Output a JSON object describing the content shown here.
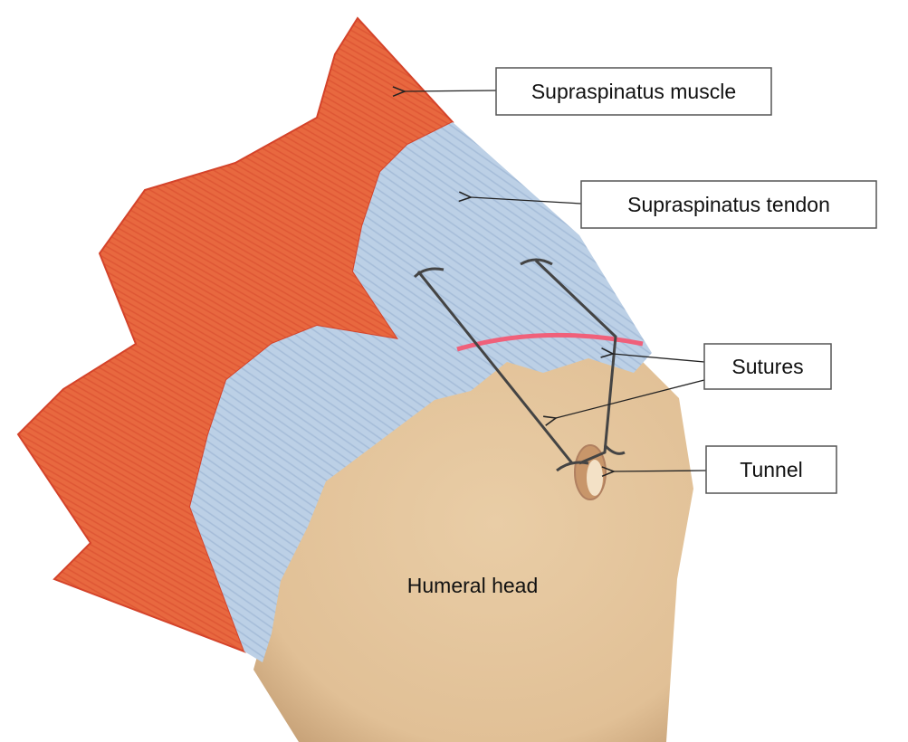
{
  "labels": {
    "muscle": "Supraspinatus muscle",
    "tendon": "Supraspinatus tendon",
    "sutures": "Sutures",
    "tunnel": "Tunnel",
    "humeral_head": "Humeral head"
  },
  "colors": {
    "muscle": "#E8683F",
    "muscle_edge": "#D4432A",
    "tendon": "#BCD0E6",
    "bone": "#E4C59C",
    "suture_line": "#F0607A"
  }
}
